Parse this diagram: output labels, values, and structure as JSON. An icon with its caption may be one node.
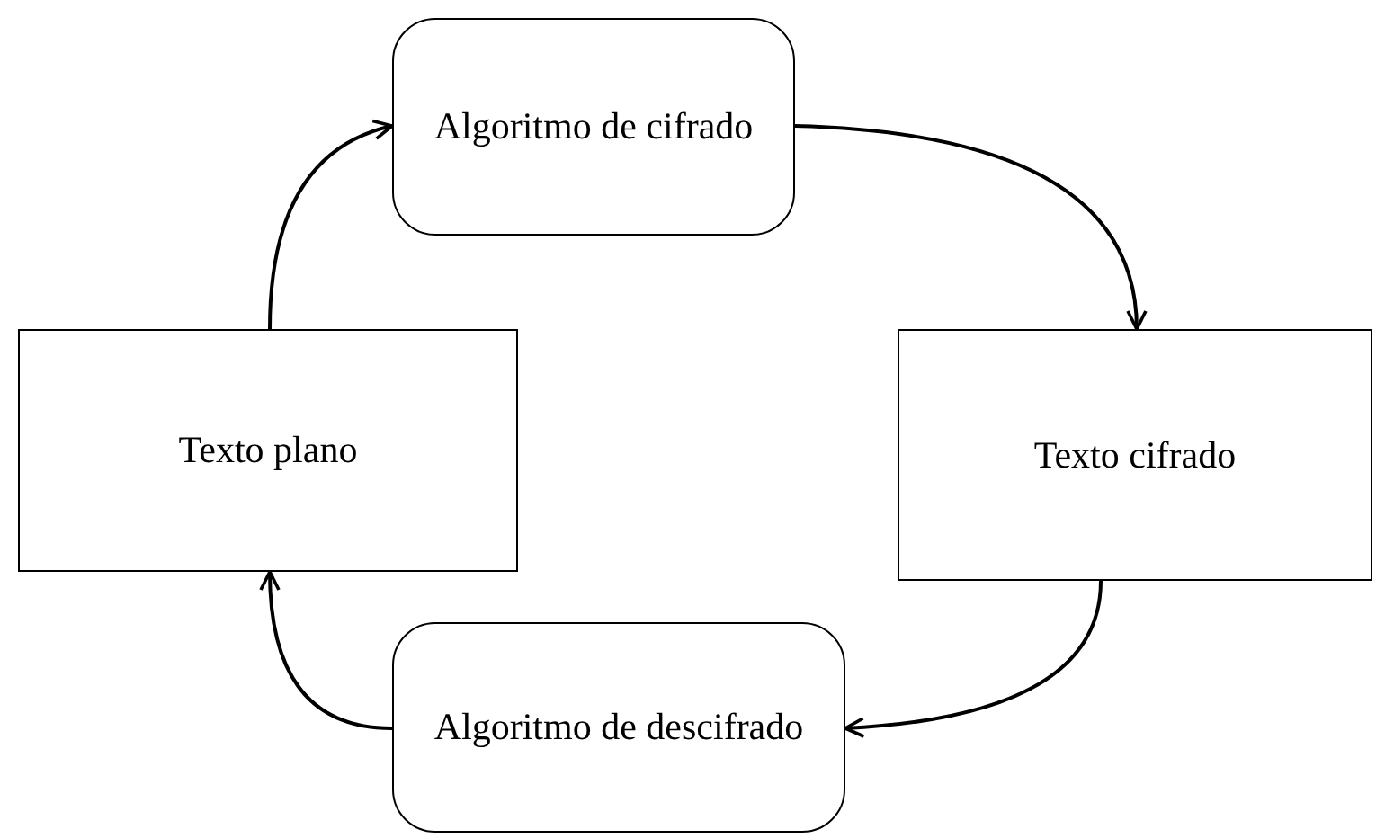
{
  "diagram": {
    "nodes": [
      {
        "text": [
          "Algoritmo de cifrado"
        ]
      },
      {
        "text": [
          "Texto plano"
        ]
      },
      {
        "text": [
          "Texto cifrado"
        ]
      },
      {
        "text": [
          "Algoritmo de descifrado"
        ]
      }
    ],
    "edges": [
      {
        "from": 1,
        "to": 0,
        "arrow": "to"
      },
      {
        "from": 0,
        "to": 2,
        "arrow": "to"
      },
      {
        "from": 2,
        "to": 3,
        "arrow": "to"
      },
      {
        "from": 3,
        "to": 1,
        "arrow": "to"
      }
    ]
  }
}
